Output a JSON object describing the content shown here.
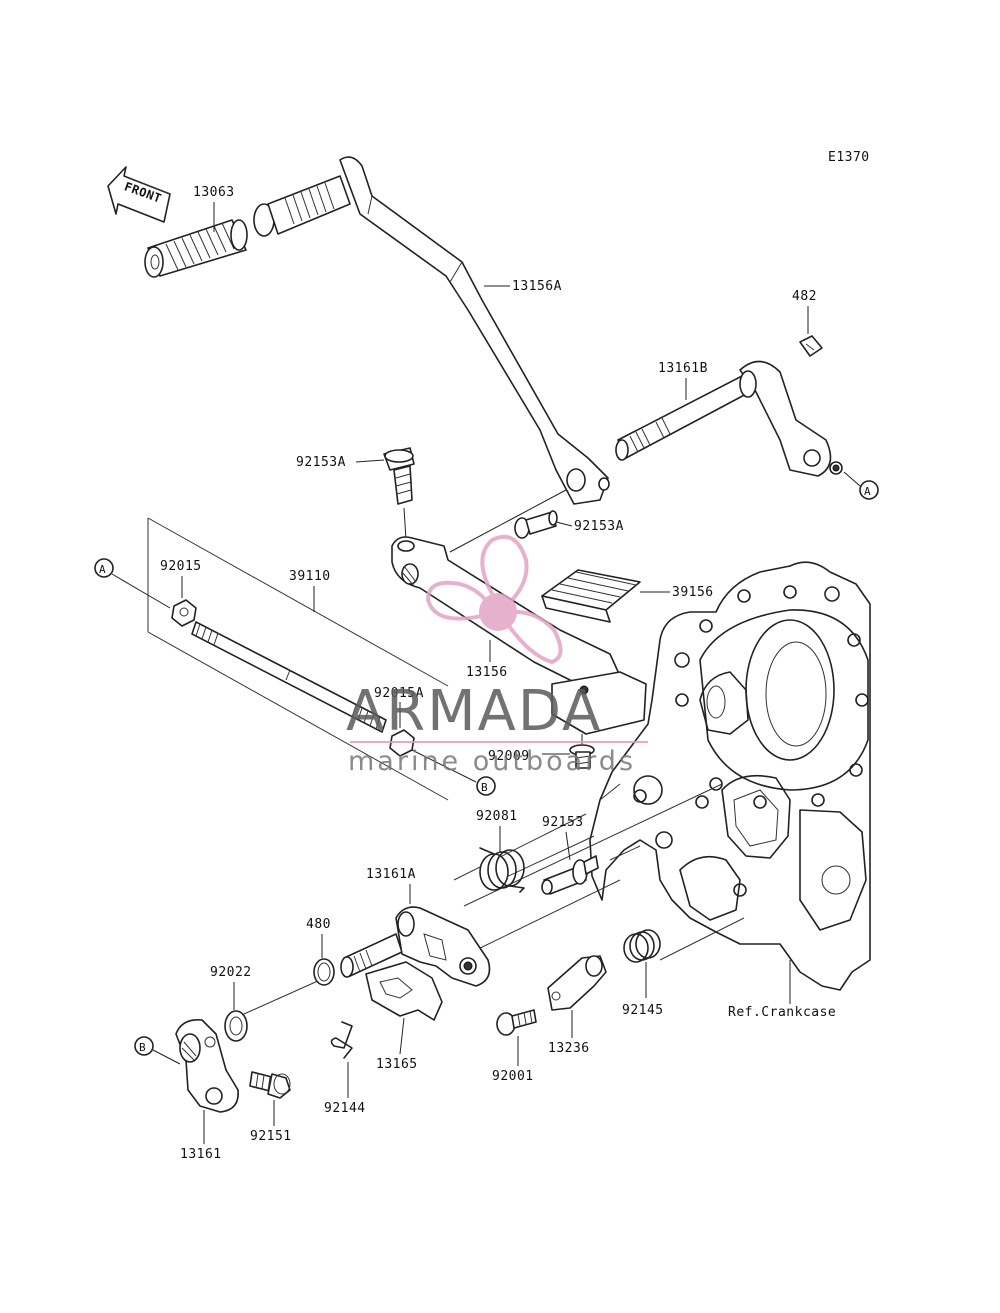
{
  "diagram": {
    "code": "E1370",
    "front_label": "FRONT",
    "ref_label": "Ref.Crankcase",
    "parts": [
      {
        "id": "p13063",
        "label": "13063"
      },
      {
        "id": "p13156A",
        "label": "13156A"
      },
      {
        "id": "p482",
        "label": "482"
      },
      {
        "id": "p13161B",
        "label": "13161B"
      },
      {
        "id": "p92153A_1",
        "label": "92153A"
      },
      {
        "id": "p92153A_2",
        "label": "92153A"
      },
      {
        "id": "p92015",
        "label": "92015"
      },
      {
        "id": "p39110",
        "label": "39110"
      },
      {
        "id": "p39156",
        "label": "39156"
      },
      {
        "id": "p13156",
        "label": "13156"
      },
      {
        "id": "p92015A",
        "label": "92015A"
      },
      {
        "id": "p92009",
        "label": "92009"
      },
      {
        "id": "p92081",
        "label": "92081"
      },
      {
        "id": "p92153",
        "label": "92153"
      },
      {
        "id": "p13161A",
        "label": "13161A"
      },
      {
        "id": "p480",
        "label": "480"
      },
      {
        "id": "p92022",
        "label": "92022"
      },
      {
        "id": "p92145",
        "label": "92145"
      },
      {
        "id": "p13165",
        "label": "13165"
      },
      {
        "id": "p13236",
        "label": "13236"
      },
      {
        "id": "p92001",
        "label": "92001"
      },
      {
        "id": "p92144",
        "label": "92144"
      },
      {
        "id": "p92151",
        "label": "92151"
      },
      {
        "id": "p13161",
        "label": "13161"
      }
    ],
    "refs": {
      "a": "A",
      "b": "B"
    }
  },
  "watermark": {
    "brand": "ARMADA",
    "tagline": "marine outboards",
    "logo_color": "#e3a4c6",
    "line_color": "#e39ac0"
  }
}
